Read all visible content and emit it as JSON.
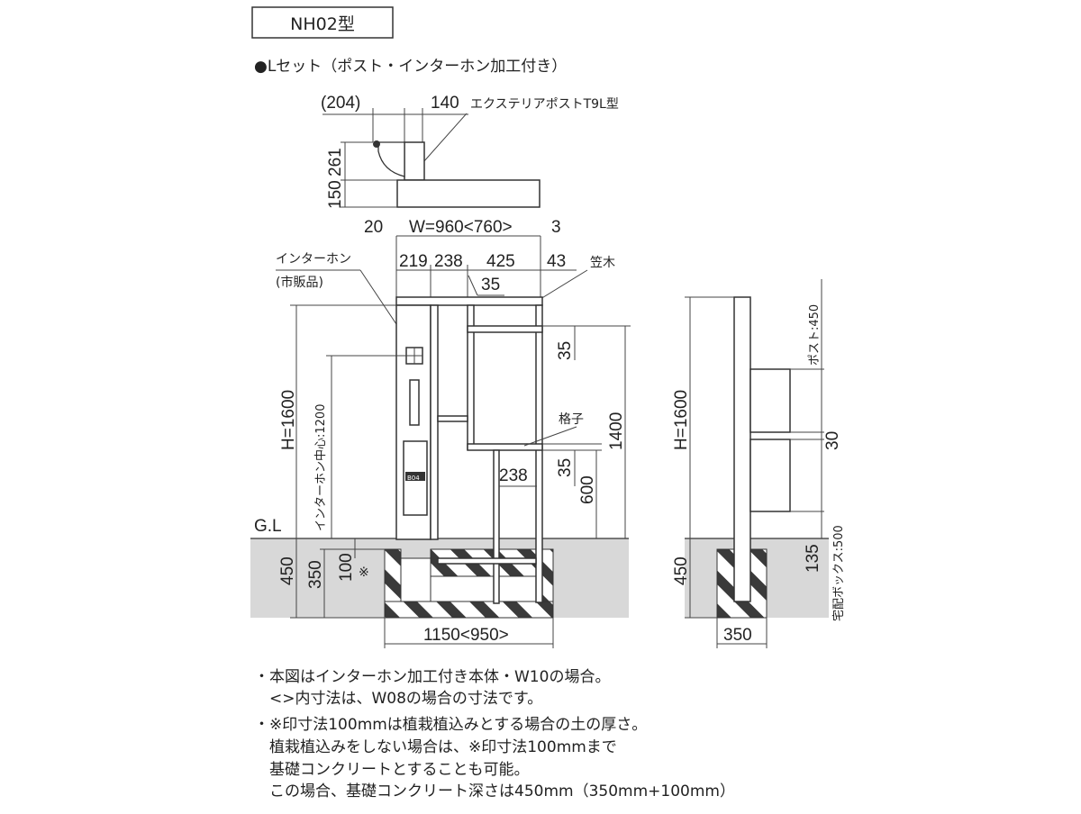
{
  "title": "NH02型",
  "subtitle": "●Lセット（ポスト・インターホン加工付き）",
  "labels": {
    "post_name": "エクステリアポストT9L型",
    "intercom": "インターホン",
    "intercom_note": "(市販品)",
    "kasagi": "笠木",
    "koushi": "格子",
    "gl": "G.L",
    "intercom_center": "インターホン中心:1200",
    "post_height": "ポスト:450",
    "delivery_box": "宅配ボックス:500",
    "kome": "※",
    "box_text": "B04"
  },
  "dims": {
    "top_204": "(204)",
    "top_140": "140",
    "top_261": "261",
    "top_150": "150",
    "w20": "20",
    "width": "W=960<760>",
    "w3": "3",
    "d219": "219",
    "d238a": "238",
    "d425": "425",
    "d43": "43",
    "d35a": "35",
    "d35b": "35",
    "d35c": "35",
    "d1400": "1400",
    "d600": "600",
    "d238b": "238",
    "height": "H=1600",
    "d450": "450",
    "d350": "350",
    "d100": "100",
    "base": "1150<950>",
    "side_height": "H=1600",
    "side_30": "30",
    "side_135": "135",
    "side_450": "450",
    "side_350": "350"
  },
  "notes": [
    "・本図はインターホン加工付き本体・W10の場合。",
    "　<>内寸法は、W08の場合の寸法です。",
    "・※印寸法100mmは植栽植込みとする場合の土の厚さ。",
    "　植栽植込みをしない場合は、※印寸法100mmまで",
    "　基礎コンクリートとすることも可能。",
    "　この場合、基礎コンクリート深さは450mm（350mm+100mm）"
  ]
}
